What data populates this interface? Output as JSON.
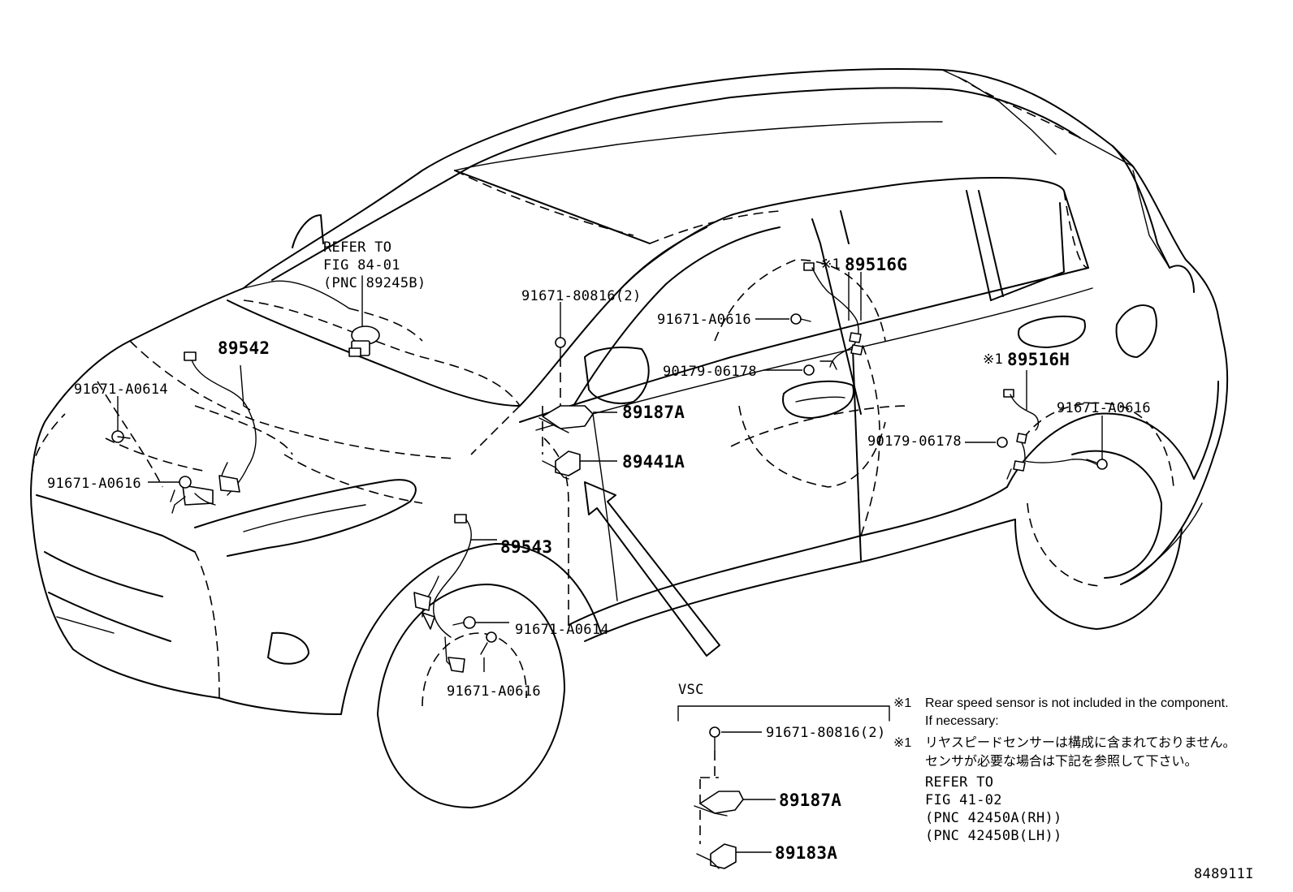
{
  "refer_top": {
    "line1": "REFER TO",
    "line2": "FIG 84-01",
    "line3": "(PNC 89245B)"
  },
  "callouts": {
    "c_91671_80816": "91671-80816(2)",
    "c_89542": "89542",
    "c_91671_a0614_left": "91671-A0614",
    "c_91671_a0616_left": "91671-A0616",
    "c_89543": "89543",
    "c_91671_a0614_front": "91671-A0614",
    "c_91671_a0616_front": "91671-A0616",
    "c_89187a": "89187A",
    "c_89441a": "89441A",
    "c_89516g": "89516G",
    "c_91671_a0616_rear_top": "91671-A0616",
    "c_90179_06178_top": "90179-06178",
    "c_89516h": "89516H",
    "c_91671_a0616_rear_right": "91671-A0616",
    "c_90179_06178_right": "90179-06178",
    "mark_g": "※1",
    "mark_h": "※1"
  },
  "vsc": {
    "title": "VSC",
    "c_91671_80816": "91671-80816(2)",
    "c_89187a": "89187A",
    "c_89183a": "89183A"
  },
  "notes": {
    "mark1": "※1",
    "en_line1": "Rear speed sensor is not included in the component.",
    "en_line2": "If necessary:",
    "mark2": "※1",
    "jp_line1": "リヤスピードセンサーは構成に含まれておりません。",
    "jp_line2": "センサが必要な場合は下記を参照して下さい。",
    "refer1": "REFER TO",
    "refer2": "FIG 41-02",
    "refer3": "(PNC 42450A(RH))",
    "refer4": "(PNC 42450B(LH))"
  },
  "figure_id": "848911I"
}
